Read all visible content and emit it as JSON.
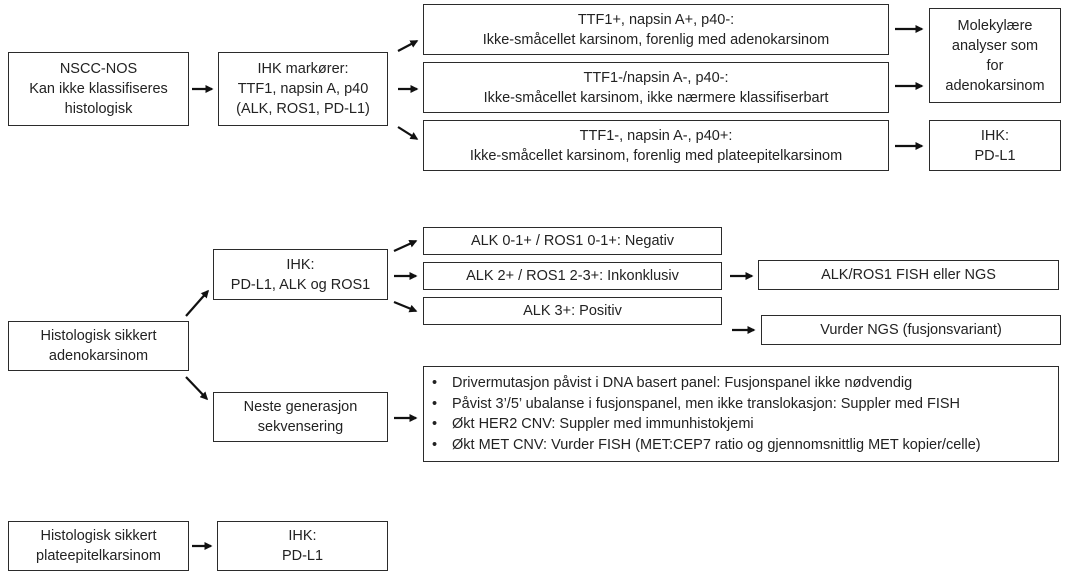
{
  "nodes": {
    "nscc": [
      "NSCC-NOS",
      "Kan ikke klassifiseres",
      "histologisk"
    ],
    "ihk_markers": [
      "IHK markører:",
      "TTF1, napsin A, p40",
      "(ALK, ROS1, PD-L1)"
    ],
    "ttf1_pos": [
      "TTF1+, napsin A+, p40-:",
      "Ikke-småcellet karsinom, forenlig med adenokarsinom"
    ],
    "ttf1_neg": [
      "TTF1-/napsin A-, p40-:",
      "Ikke-småcellet karsinom, ikke nærmere klassifiserbart"
    ],
    "p40_pos": [
      "TTF1-, napsin A-, p40+:",
      "Ikke-småcellet karsinom, forenlig med plateepitelkarsinom"
    ],
    "molecular": [
      "Molekylære",
      "analyser som",
      "for",
      "adenokarsinom"
    ],
    "ihk_pdl1_top": [
      "IHK:",
      "PD-L1"
    ],
    "adeno": [
      "Histologisk sikkert",
      "adenokarsinom"
    ],
    "ihk_pdl1_alk": [
      "IHK:",
      "PD-L1, ALK og ROS1"
    ],
    "alk_neg": [
      "ALK 0-1+ / ROS1 0-1+: Negativ"
    ],
    "alk_inc": [
      "ALK 2+ / ROS1 2-3+: Inkonklusiv"
    ],
    "alk_pos": [
      "ALK 3+: Positiv"
    ],
    "fish_ngs": [
      "ALK/ROS1 FISH eller NGS"
    ],
    "ngs_fusion": [
      "Vurder NGS (fusjonsvariant)"
    ],
    "ngs": [
      "Neste generasjon",
      "sekvensering"
    ],
    "plate": [
      "Histologisk sikkert",
      "plateepitelkarsinom"
    ],
    "ihk_pdl1_bottom": [
      "IHK:",
      "PD-L1"
    ]
  },
  "ngs_results": [
    "Drivermutasjon påvist i DNA basert panel: Fusjonspanel ikke nødvendig",
    "Påvist 3’/5’ ubalanse i fusjonspanel, men ikke translokasjon: Suppler med FISH",
    "Økt HER2 CNV: Suppler med immunhistokjemi",
    "Økt MET CNV: Vurder FISH (MET:CEP7 ratio og gjennomsnittlig MET kopier/celle)"
  ]
}
